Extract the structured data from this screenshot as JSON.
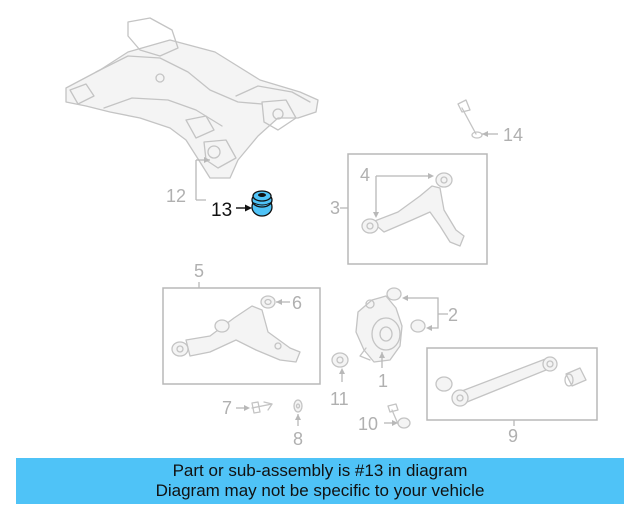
{
  "diagram": {
    "callouts": {
      "c1": "1",
      "c2": "2",
      "c3": "3",
      "c4": "4",
      "c5": "5",
      "c6": "6",
      "c7": "7",
      "c8": "8",
      "c9": "9",
      "c10": "10",
      "c11": "11",
      "c12": "12",
      "c13": "13",
      "c14": "14"
    },
    "highlighted_part": "13",
    "highlight_color": "#4fc3f7"
  },
  "banner": {
    "line1": "Part or sub-assembly is #13 in diagram",
    "line2": "Diagram may not be specific to your vehicle",
    "background": "#4fc3f7"
  }
}
